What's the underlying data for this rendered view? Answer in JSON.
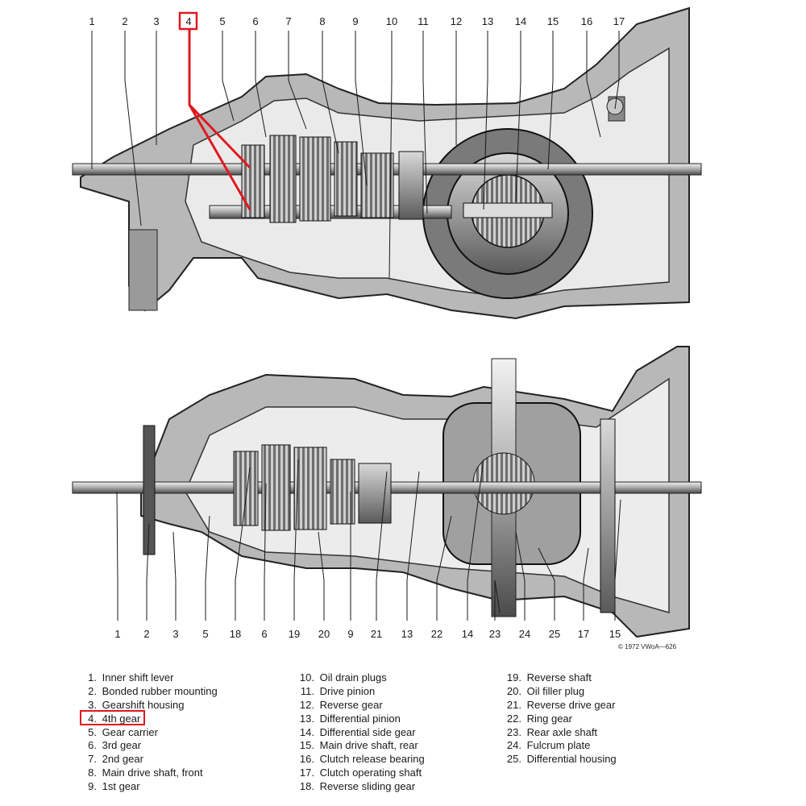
{
  "copyright": "© 1972 VWoA—626",
  "highlight_color": "#e0191e",
  "highlighted_part": "4",
  "top_callouts": [
    "1",
    "2",
    "3",
    "4",
    "5",
    "6",
    "7",
    "8",
    "9",
    "10",
    "11",
    "12",
    "13",
    "14",
    "15",
    "16",
    "17"
  ],
  "bottom_callouts": [
    "1",
    "2",
    "3",
    "5",
    "18",
    "6",
    "19",
    "20",
    "9",
    "21",
    "13",
    "22",
    "14",
    "23",
    "24",
    "25",
    "17",
    "15"
  ],
  "legend": [
    {
      "num": "1.",
      "label": "Inner shift lever"
    },
    {
      "num": "2.",
      "label": "Bonded rubber mounting"
    },
    {
      "num": "3.",
      "label": "Gearshift housing"
    },
    {
      "num": "4.",
      "label": "4th gear"
    },
    {
      "num": "5.",
      "label": "Gear carrier"
    },
    {
      "num": "6.",
      "label": "3rd gear"
    },
    {
      "num": "7.",
      "label": "2nd gear"
    },
    {
      "num": "8.",
      "label": "Main drive shaft, front"
    },
    {
      "num": "9.",
      "label": "1st gear"
    },
    {
      "num": "10.",
      "label": "Oil drain plugs"
    },
    {
      "num": "11.",
      "label": "Drive pinion"
    },
    {
      "num": "12.",
      "label": "Reverse gear"
    },
    {
      "num": "13.",
      "label": "Differential pinion"
    },
    {
      "num": "14.",
      "label": "Differential side gear"
    },
    {
      "num": "15.",
      "label": "Main drive shaft, rear"
    },
    {
      "num": "16.",
      "label": "Clutch release bearing"
    },
    {
      "num": "17.",
      "label": "Clutch operating shaft"
    },
    {
      "num": "18.",
      "label": "Reverse sliding gear"
    },
    {
      "num": "19.",
      "label": "Reverse shaft"
    },
    {
      "num": "20.",
      "label": "Oil filler plug"
    },
    {
      "num": "21.",
      "label": "Reverse drive gear"
    },
    {
      "num": "22.",
      "label": "Ring gear"
    },
    {
      "num": "23.",
      "label": "Rear axle shaft"
    },
    {
      "num": "24.",
      "label": "Fulcrum plate"
    },
    {
      "num": "25.",
      "label": "Differential housing"
    }
  ]
}
